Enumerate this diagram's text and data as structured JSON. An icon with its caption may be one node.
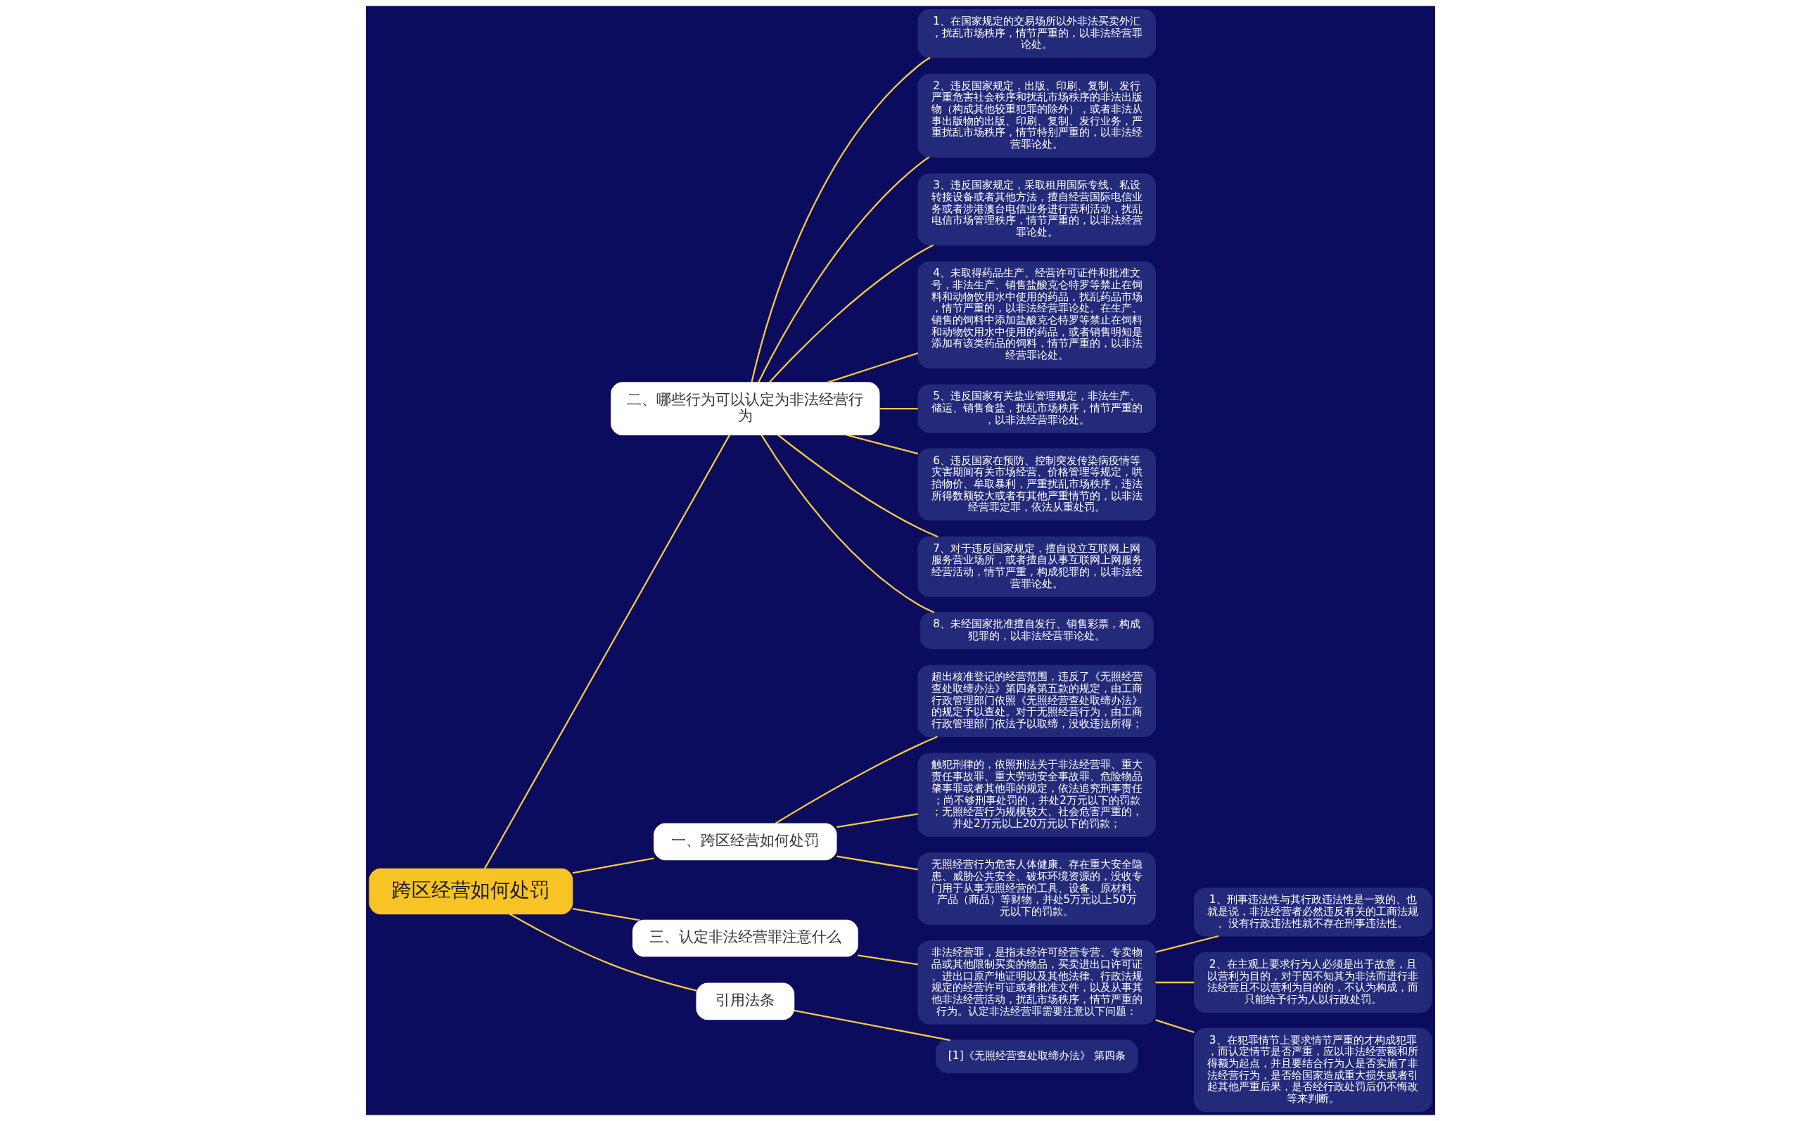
{
  "diagram": {
    "nodes": [
      {
        "text": [
          "跨区经营如何处罚"
        ]
      },
      {
        "text": [
          "二、哪些行为可以认定为非法经营行为"
        ]
      },
      {
        "text": [
          "1、在国家规定的交易场所以外非法买卖外汇，扰乱市场秩序，情节严重的，以非法经营罪论处。"
        ]
      },
      {
        "text": [
          "2、违反国家规定，出版、印刷、复制、发行严重危害社会秩序和扰乱市场秩序的非法出版物（构成其他较重犯罪的除外），或者非法从事出版物的出版、印刷、复制、发行业务，严重扰乱市场秩序，情节特别严重的，以非法经营罪论处。"
        ]
      },
      {
        "text": [
          "3、违反国家规定，采取租用国际专线、私设转接设备或者其他方法，擅自经营国际电信业务或者涉港澳台电信业务进行营利活动，扰乱电信市场管理秩序，情节严重的，以非法经营罪论处。"
        ]
      },
      {
        "text": [
          "4、未取得药品生产、经营许可证件和批准文号，非法生产、销售盐酸克仑特罗等禁止在饲料和动物饮用水中使用的药品，扰乱药品市场，情节严重的，以非法经营罪论处。在生产、销售的饲料中添加盐酸克仑特罗等禁止在饲料和动物饮用水中使用的药品，或者销售明知是添加有该类药品的饲料，情节严重的，以非法经营罪论处。"
        ]
      },
      {
        "text": [
          "5、违反国家有关盐业管理规定，非法生产、储运、销售食盐，扰乱市场秩序，情节严重的，以非法经营罪论处。"
        ]
      },
      {
        "text": [
          "6、违反国家在预防、控制突发传染病疫情等灾害期间有关市场经营、价格管理等规定，哄抬物价、牟取暴利，严重扰乱市场秩序，违法所得数额较大或者有其他严重情节的，以非法经营罪定罪，依法从重处罚。"
        ]
      },
      {
        "text": [
          "7、对于违反国家规定，擅自设立互联网上网服务营业场所，或者擅自从事互联网上网服务经营活动，情节严重，构成犯罪的，以非法经营罪论处。"
        ]
      },
      {
        "text": [
          "8、未经国家批准擅自发行、销售彩票，构成犯罪的，以非法经营罪论处。"
        ]
      },
      {
        "text": [
          "一、跨区经营如何处罚"
        ]
      },
      {
        "text": [
          "超出核准登记的经营范围，违反了《无照经营查处取缔办法》第四条第五款的规定，由工商行政管理部门依照《无照经营查处取缔办法》的规定予以查处。对于无照经营行为，由工商行政管理部门依法予以取缔，没收违法所得；"
        ]
      },
      {
        "text": [
          "触犯刑律的，依照刑法关于非法经营罪、重大责任事故罪、重大劳动安全事故罪、危险物品肇事罪或者其他罪的规定，依法追究刑事责任；尚不够刑事处罚的，并处2万元以下的罚款；无照经营行为规模较大、社会危害严重的，并处2万元以上20万元以下的罚款；"
        ]
      },
      {
        "text": [
          "无照经营行为危害人体健康、存在重大安全隐患、威胁公共安全、破坏环境资源的，没收专门用于从事无照经营的工具、设备、原材料、产品（商品）等财物，并处5万元以上50万元以下的罚款。"
        ]
      },
      {
        "text": [
          "三、认定非法经营罪注意什么"
        ]
      },
      {
        "text": [
          "非法经营罪，是指未经许可经营专营、专卖物品或其他限制买卖的物品，买卖进出口许可证、进出口原产地证明以及其他法律、行政法规规定的经营许可证或者批准文件，以及从事其他非法经营活动，扰乱市场秩序，情节严重的行为。认定非法经营罪需要注意以下问题："
        ]
      },
      {
        "text": [
          "1、刑事违法性与其行政违法性是一致的、也就是说，非法经营者必然违反有关的工商法规、没有行政违法性就不存在刑事违法性。"
        ]
      },
      {
        "text": [
          "2、在主观上要求行为人必须是出于故意，且以营利为目的，对于因不知其为非法而进行非法经营且不以营利为目的的，不认为构成，而只能给予行为人以行政处罚。"
        ]
      },
      {
        "text": [
          "3、在犯罪情节上要求情节严重的才构成犯罪，而认定情节是否严重，应以非法经营额和所得额为起点，并且要结合行为人是否实施了非法经营行为，是否给国家造成重大损失或者引起其他严重后果，是否经行政处罚后仍不悔改等来判断。"
        ]
      },
      {
        "text": [
          "引用法条"
        ]
      },
      {
        "text": [
          "[1]《无照经营查处取缔办法》 第四条"
        ]
      }
    ],
    "edges": [
      {
        "from": 0,
        "to": 1,
        "arrow": "none"
      },
      {
        "from": 1,
        "to": 2,
        "arrow": "none"
      },
      {
        "from": 1,
        "to": 3,
        "arrow": "none"
      },
      {
        "from": 1,
        "to": 4,
        "arrow": "none"
      },
      {
        "from": 1,
        "to": 5,
        "arrow": "none"
      },
      {
        "from": 1,
        "to": 6,
        "arrow": "none"
      },
      {
        "from": 1,
        "to": 7,
        "arrow": "none"
      },
      {
        "from": 1,
        "to": 8,
        "arrow": "none"
      },
      {
        "from": 1,
        "to": 9,
        "arrow": "none"
      },
      {
        "from": 0,
        "to": 10,
        "arrow": "none"
      },
      {
        "from": 10,
        "to": 11,
        "arrow": "none"
      },
      {
        "from": 10,
        "to": 12,
        "arrow": "none"
      },
      {
        "from": 10,
        "to": 13,
        "arrow": "none"
      },
      {
        "from": 0,
        "to": 14,
        "arrow": "none"
      },
      {
        "from": 14,
        "to": 15,
        "arrow": "none"
      },
      {
        "from": 15,
        "to": 16,
        "arrow": "none"
      },
      {
        "from": 15,
        "to": 17,
        "arrow": "none"
      },
      {
        "from": 15,
        "to": 18,
        "arrow": "none"
      },
      {
        "from": 0,
        "to": 19,
        "arrow": "none"
      },
      {
        "from": 19,
        "to": 20,
        "arrow": "none"
      }
    ]
  }
}
